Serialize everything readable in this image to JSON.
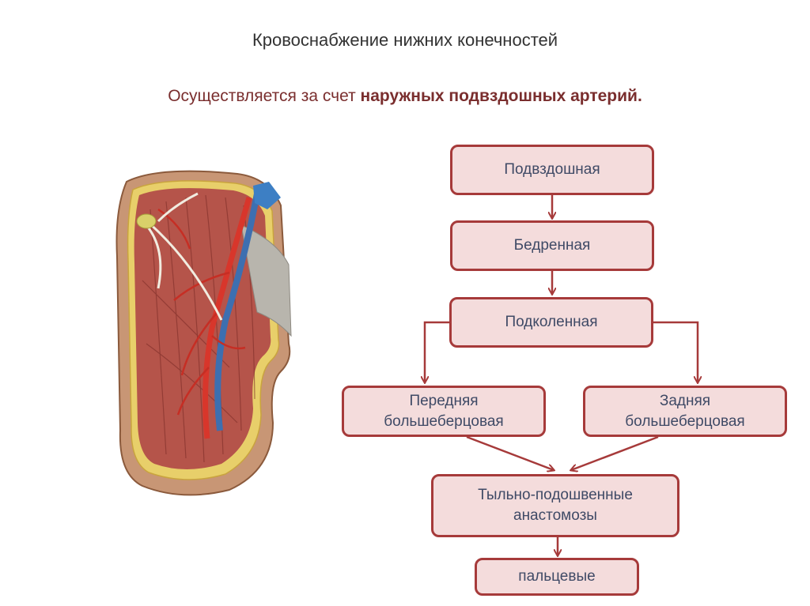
{
  "slide": {
    "title": "Кровоснабжение нижних конечностей",
    "subtitle_prefix": "Осуществляется за счет ",
    "subtitle_bold": "наружных подвздошных артерий."
  },
  "flowchart": {
    "nodes": {
      "iliac": "Подвздошная",
      "femoral": "Бедренная",
      "popliteal": "Подколенная",
      "anterior_tibial": "Передняя\nбольшеберцовая",
      "posterior_tibial": "Задняя\nбольшеберцовая",
      "anastomoses": "Тыльно-подошвенные\nанастомозы",
      "digital": "пальцевые"
    }
  },
  "colors": {
    "box_fill": "#f4dcdc",
    "box_border": "#a63a3a",
    "arrow": "#a63a3a",
    "box_text": "#3f4a66",
    "subtitle_text": "#7a2e2e"
  },
  "illustration": {
    "type": "anatomical-thigh-artery-image"
  }
}
